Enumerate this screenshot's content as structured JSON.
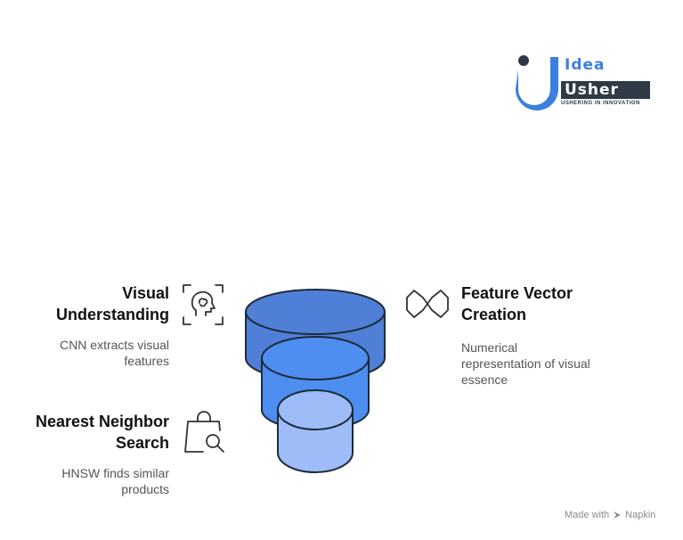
{
  "logo": {
    "word1": "Idea",
    "word2": "Usher",
    "tagline": "USHERING IN INNOVATION",
    "colors": {
      "blue": "#3d7fe0",
      "dark": "#2f3a46"
    }
  },
  "steps": [
    {
      "title_line1": "Visual",
      "title_line2": "Understanding",
      "desc_line1": "CNN extracts visual",
      "desc_line2": "features",
      "icon": "brain-head-scan-icon"
    },
    {
      "title_line1": "Feature Vector",
      "title_line2": "Creation",
      "desc_line1": "Numerical",
      "desc_line2": "representation of visual",
      "desc_line3": "essence",
      "icon": "infinity-vector-icon"
    },
    {
      "title_line1": "Nearest Neighbor",
      "title_line2": "Search",
      "desc_line1": "HNSW finds similar",
      "desc_line2": "products",
      "icon": "shopping-bag-search-icon"
    }
  ],
  "funnel_colors": [
    "#4f7fd6",
    "#4d8ef0",
    "#9dbcf8"
  ],
  "footer": {
    "text": "Made with",
    "brand": "Napkin"
  }
}
